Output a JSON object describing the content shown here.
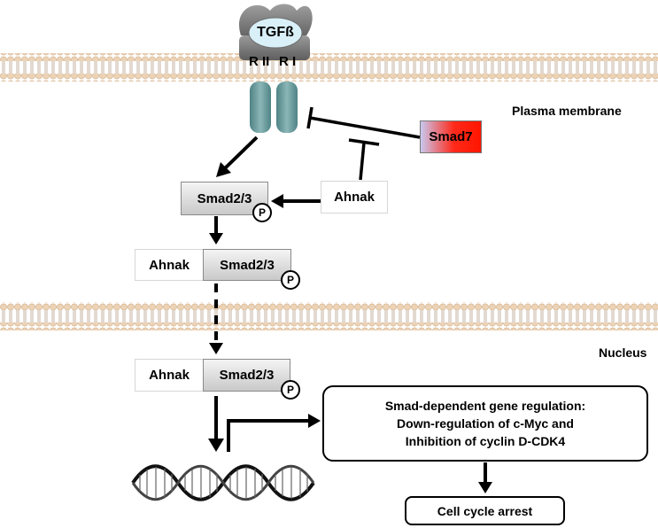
{
  "receptor": {
    "ligand": "TGFß",
    "r2": "R II",
    "r1": "R I"
  },
  "labels": {
    "plasma_membrane": "Plasma membrane",
    "nucleus": "Nucleus"
  },
  "nodes": {
    "smad7": "Smad7",
    "ahnak_cyto": "Ahnak",
    "smad_cyto": "Smad2/3",
    "ahnak_complex": "Ahnak",
    "smad_complex": "Smad2/3",
    "ahnak_nuclear": "Ahnak",
    "smad_nuclear": "Smad2/3",
    "phospho": "P"
  },
  "gene_regulation": {
    "line1": "Smad-dependent gene regulation:",
    "line2": "Down-regulation of c-Myc and",
    "line3": "Inhibition of cyclin D-CDK4"
  },
  "outcome": "Cell cycle arrest",
  "colors": {
    "membrane_head": "#e9cfb1",
    "receptor": "#6e9ea0",
    "ligand_receptor": "#7d7d7d",
    "smad7": "#ff2a1a"
  }
}
